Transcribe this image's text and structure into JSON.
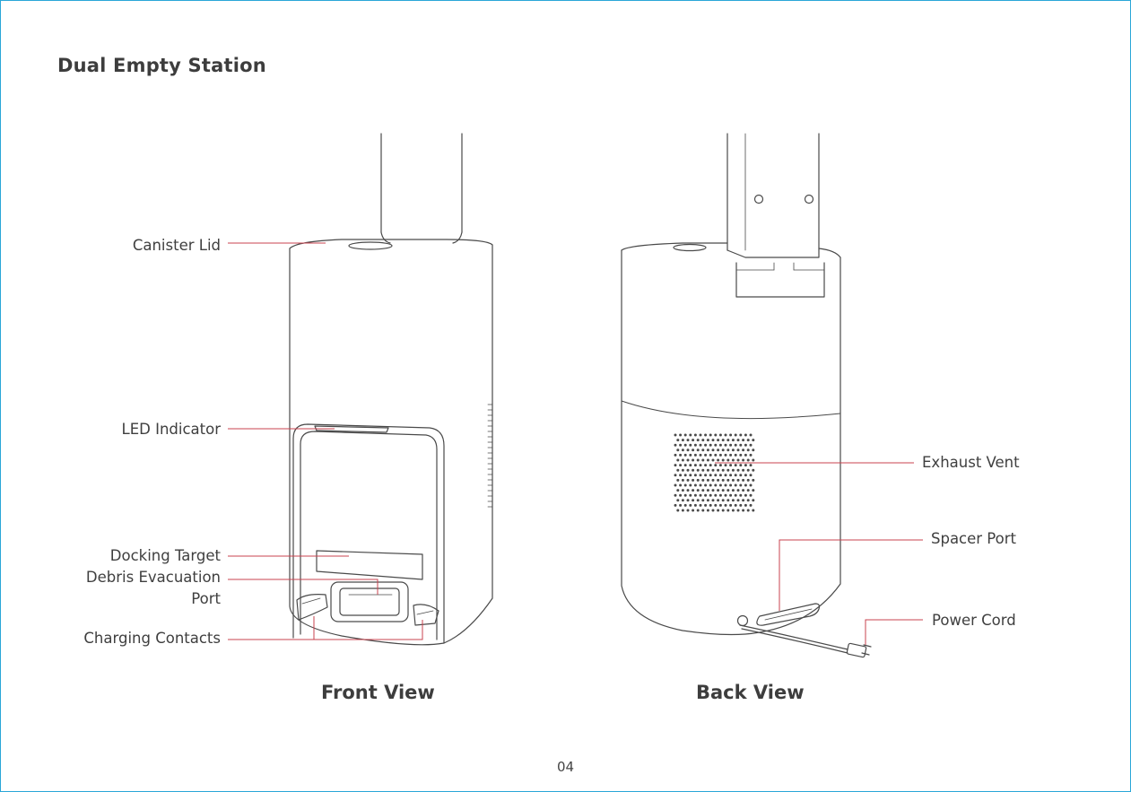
{
  "title": "Dual Empty Station",
  "front": {
    "view_label": "Front View",
    "callouts": {
      "canister_lid": "Canister Lid",
      "led_indicator": "LED Indicator",
      "docking_target": "Docking Target",
      "debris_port_line1": "Debris Evacuation",
      "debris_port_line2": "Port",
      "charging_contacts": "Charging Contacts"
    }
  },
  "back": {
    "view_label": "Back View",
    "callouts": {
      "exhaust_vent": "Exhaust Vent",
      "spacer_port": "Spacer Port",
      "power_cord": "Power Cord"
    }
  },
  "page_number": "04",
  "colors": {
    "leader_line": "#c8434f",
    "outline": "#4a4a4a",
    "frame": "#2aa6d8"
  }
}
